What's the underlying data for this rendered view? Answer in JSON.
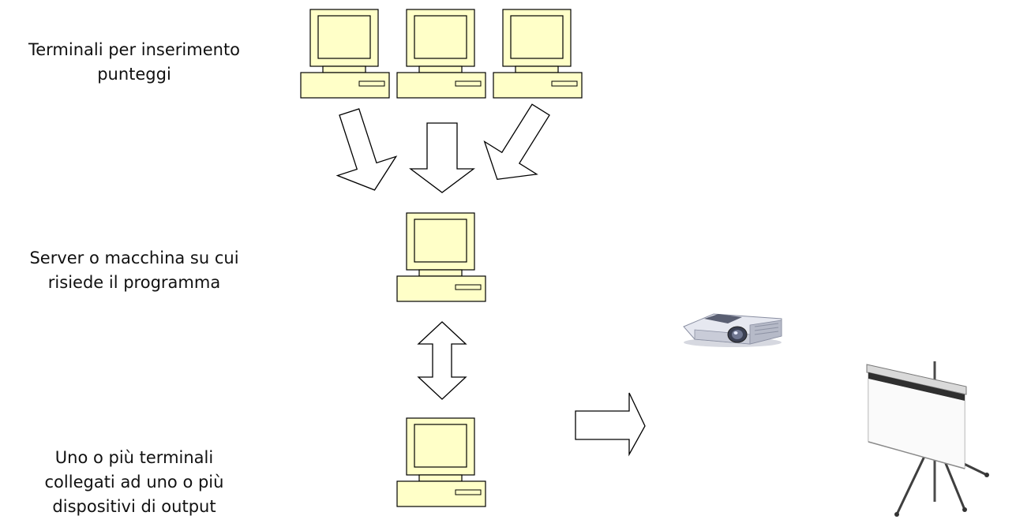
{
  "labels": {
    "terminals": "Terminali per inserimento\npunteggi",
    "server": "Server o macchina su cui\nrisiede il programma",
    "output": "Uno o più terminali\ncollegati ad uno o più\ndispositivi di output"
  },
  "colors": {
    "computer_fill": "#ffffc8",
    "outline": "#000000",
    "arrow_fill": "#ffffff",
    "projector_body": "#e4e6ee",
    "screen_fill": "#f4f4f4"
  },
  "icons": [
    "computer-icon",
    "arrow-icon",
    "double-arrow-icon",
    "projector-icon",
    "projection-screen-icon"
  ]
}
